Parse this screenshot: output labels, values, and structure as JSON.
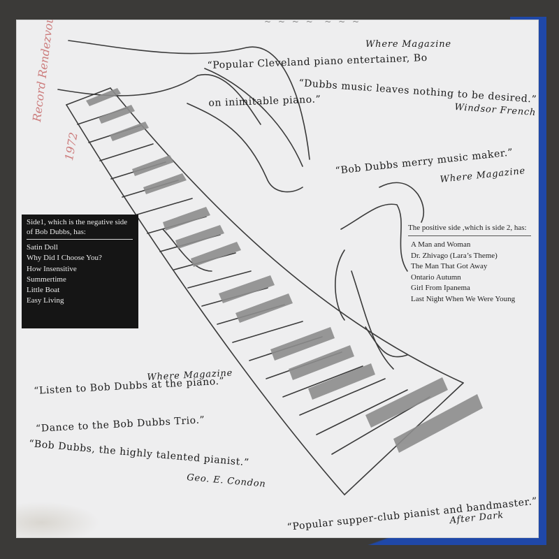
{
  "quotes": {
    "top_partial": "~ ~ ~ ~  ~ ~ ~",
    "q1_line1": "“Popular Cleveland piano entertainer, Bo",
    "q1_line2": "on inimitable piano.”",
    "q1_attr": "Where Magazine",
    "q2": "“Dubbs music leaves nothing to be desired.”",
    "q2_attr": "Windsor French",
    "q3": "“Bob Dubbs merry music maker.”",
    "q3_attr": "Where Magazine",
    "q4_line1": "“Listen to Bob Dubbs at the piano.”",
    "q4_line2": "“Dance to the Bob Dubbs Trio.”",
    "q4_attr": "Where Magazine",
    "q5": "“Bob Dubbs, the highly talented pianist.”",
    "q5_attr": "Geo. E. Condon",
    "q6": "“Popular supper-club pianist and bandmaster.”",
    "q6_attr": "After Dark"
  },
  "side1": {
    "heading_line1": "Side1, which is the negative side",
    "heading_line2": "of Bob Dubbs, has:",
    "tracks": [
      "Satin Doll",
      "Why Did I Choose You?",
      "How Insensitive",
      "Summertime",
      "Little Boat",
      "Easy Living"
    ]
  },
  "side2": {
    "heading": "The positive side ,which is side 2, has:",
    "tracks": [
      "A Man and Woman",
      "Dr. Zhivago (Lara’s Theme)",
      "The Man That Got Away",
      "Ontario Autumn",
      "Girl From Ipanema",
      "Last Night When We Were Young"
    ]
  },
  "handwriting": {
    "signature": "Record Rendezvous",
    "year": "1972"
  },
  "colors": {
    "sleeve": "#eeeeef",
    "blue_inner_sleeve": "#1f48a8",
    "ink": "#1a1a1a",
    "key_gray": "#8d8d8d",
    "signature_red": "#c76a6a"
  }
}
